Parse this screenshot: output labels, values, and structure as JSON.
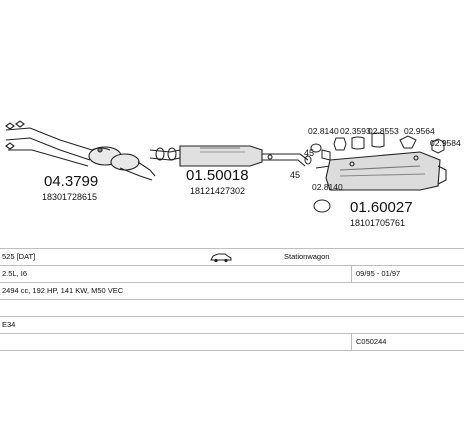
{
  "parts": {
    "p1": {
      "number": "04.3799",
      "ref": "18301728615"
    },
    "p2": {
      "number": "01.50018",
      "ref": "18121427302"
    },
    "p3": {
      "number": "01.60027",
      "ref": "18101705761"
    },
    "label_45a": "45",
    "label_45b": "45",
    "acc_02_8140_top": "02.8140",
    "acc_02_3593": "02.3593",
    "acc_02_8553": "02.8553",
    "acc_02_9564": "02.9564",
    "acc_02_9584": "02.9584",
    "acc_02_8140_bot": "02.8140"
  },
  "spec": {
    "model": "525  [DAT]",
    "body": "Stationwagon",
    "engine": "2.5L, I6",
    "years": "09/95 - 01/97",
    "power": "2494 cc, 192 HP, 141 KW, M50 VEC",
    "chassis": "E34",
    "code": "C050244"
  }
}
